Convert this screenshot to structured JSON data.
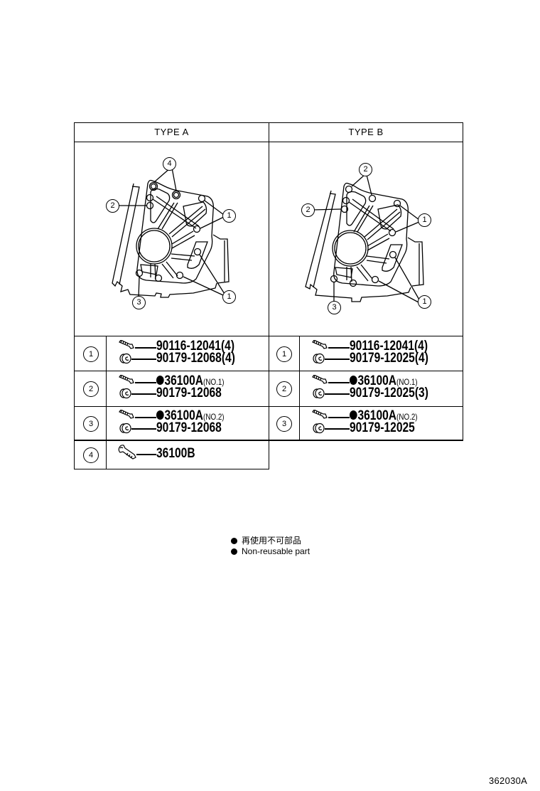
{
  "table": {
    "headers": [
      "TYPE A",
      "TYPE B"
    ],
    "type_a": {
      "callouts": [
        "1",
        "2",
        "3",
        "4"
      ],
      "rows": [
        {
          "index": "1",
          "lines": [
            {
              "icon": "bolt-icon",
              "part": "90116-12041",
              "qty": "(4)",
              "non_reusable": false,
              "note": ""
            },
            {
              "icon": "nut-icon",
              "part": "90179-12068",
              "qty": "(4)",
              "non_reusable": false,
              "note": ""
            }
          ]
        },
        {
          "index": "2",
          "lines": [
            {
              "icon": "stud-icon",
              "part": "36100A",
              "qty": "",
              "non_reusable": true,
              "note": "(NO.1)"
            },
            {
              "icon": "nut-icon",
              "part": "90179-12068",
              "qty": "",
              "non_reusable": false,
              "note": ""
            }
          ]
        },
        {
          "index": "3",
          "lines": [
            {
              "icon": "stud-icon",
              "part": "36100A",
              "qty": "",
              "non_reusable": true,
              "note": "(NO.2)"
            },
            {
              "icon": "nut-icon",
              "part": "90179-12068",
              "qty": "",
              "non_reusable": false,
              "note": ""
            }
          ]
        },
        {
          "index": "4",
          "lines": [
            {
              "icon": "flange-bolt-icon",
              "part": "36100B",
              "qty": "",
              "non_reusable": false,
              "note": ""
            }
          ]
        }
      ]
    },
    "type_b": {
      "callouts": [
        "1",
        "2",
        "3"
      ],
      "rows": [
        {
          "index": "1",
          "lines": [
            {
              "icon": "bolt-icon",
              "part": "90116-12041",
              "qty": "(4)",
              "non_reusable": false,
              "note": ""
            },
            {
              "icon": "nut-icon",
              "part": "90179-12025",
              "qty": "(4)",
              "non_reusable": false,
              "note": ""
            }
          ]
        },
        {
          "index": "2",
          "lines": [
            {
              "icon": "stud-icon",
              "part": "36100A",
              "qty": "",
              "non_reusable": true,
              "note": "(NO.1)"
            },
            {
              "icon": "nut-icon",
              "part": "90179-12025",
              "qty": "(3)",
              "non_reusable": false,
              "note": ""
            }
          ]
        },
        {
          "index": "3",
          "lines": [
            {
              "icon": "stud-icon",
              "part": "36100A",
              "qty": "",
              "non_reusable": true,
              "note": "(NO.2)"
            },
            {
              "icon": "nut-icon",
              "part": "90179-12025",
              "qty": "",
              "non_reusable": false,
              "note": ""
            }
          ]
        }
      ]
    }
  },
  "legend": {
    "items": [
      {
        "icon": "filled-dot-icon",
        "text": "再使用不可部品"
      },
      {
        "icon": "filled-dot-icon",
        "text": "Non-reusable part"
      }
    ]
  },
  "footer": {
    "code": "362030A"
  }
}
